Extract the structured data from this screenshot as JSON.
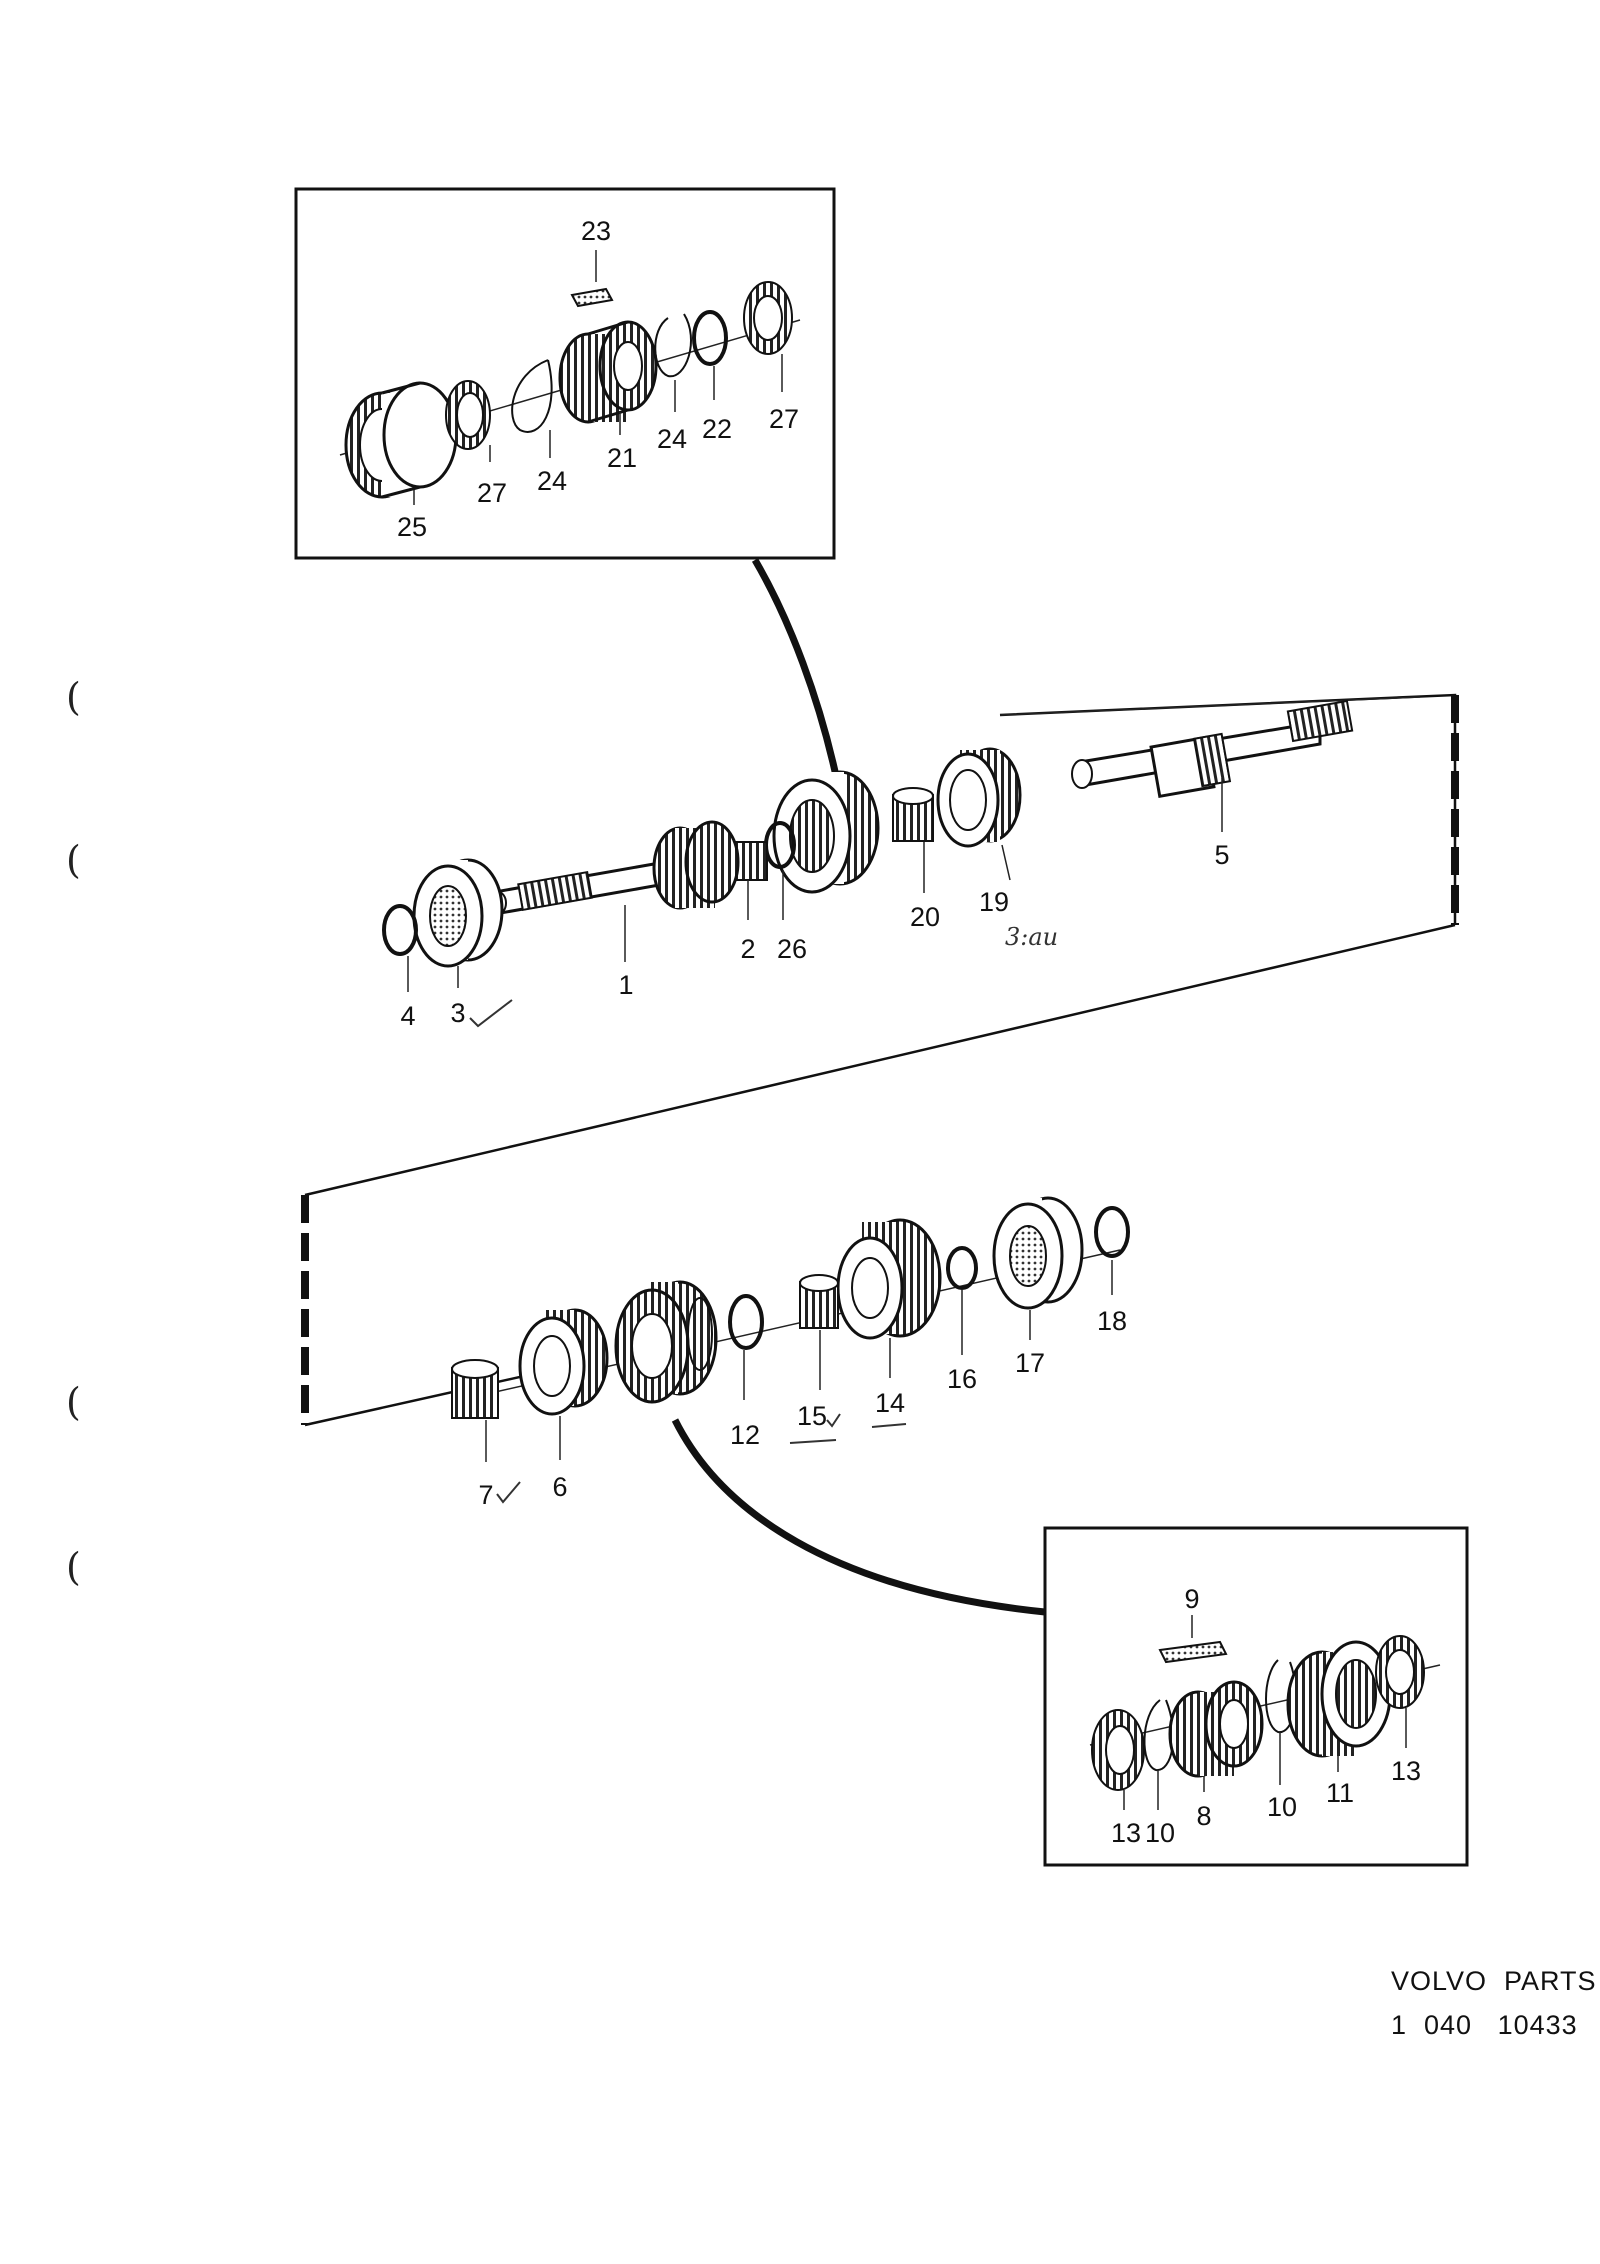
{
  "callouts": {
    "c1": "1",
    "c2": "2",
    "c3": "3",
    "c4": "4",
    "c5": "5",
    "c6": "6",
    "c7": "7",
    "c8": "8",
    "c9": "9",
    "c10a": "10",
    "c10b": "10",
    "c11": "11",
    "c12": "12",
    "c13a": "13",
    "c13b": "13",
    "c14": "14",
    "c15": "15",
    "c16": "16",
    "c17": "17",
    "c18": "18",
    "c19": "19",
    "c20": "20",
    "c21": "21",
    "c22": "22",
    "c23": "23",
    "c24a": "24",
    "c24b": "24",
    "c25": "25",
    "c26": "26",
    "c27a": "27",
    "c27b": "27"
  },
  "handnote": "3:au",
  "caption": {
    "line1": "VOLVO  PARTS",
    "line2": "1  040   10433"
  },
  "margin_marks": [
    "(",
    "(",
    "(",
    "("
  ]
}
